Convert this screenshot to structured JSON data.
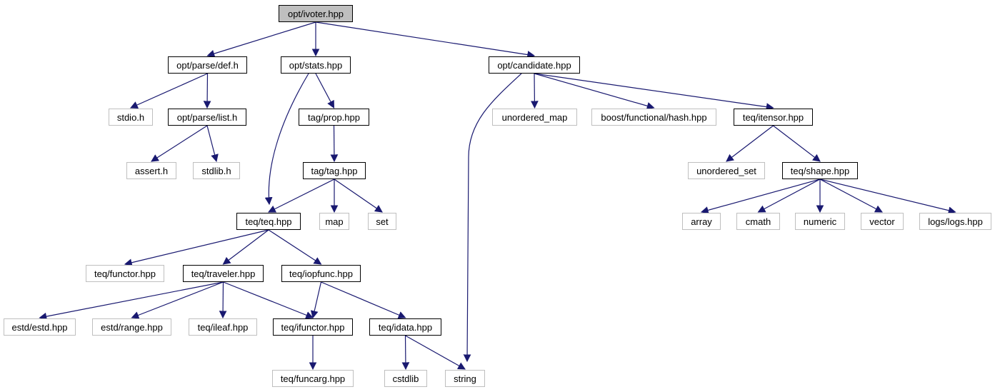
{
  "nodes": {
    "root": "opt/ivoter.hpp",
    "parse_def": "opt/parse/def.h",
    "stats": "opt/stats.hpp",
    "candidate": "opt/candidate.hpp",
    "stdio": "stdio.h",
    "parse_list": "opt/parse/list.h",
    "assert": "assert.h",
    "stdlib": "stdlib.h",
    "tag_prop": "tag/prop.hpp",
    "tag_tag": "tag/tag.hpp",
    "map": "map",
    "set": "set",
    "teq_teq": "teq/teq.hpp",
    "functor": "teq/functor.hpp",
    "traveler": "teq/traveler.hpp",
    "iopfunc": "teq/iopfunc.hpp",
    "estd": "estd/estd.hpp",
    "range": "estd/range.hpp",
    "ileaf": "teq/ileaf.hpp",
    "ifunctor": "teq/ifunctor.hpp",
    "idata": "teq/idata.hpp",
    "funcarg": "teq/funcarg.hpp",
    "cstdlib": "cstdlib",
    "string": "string",
    "unordered_map": "unordered_map",
    "boost_hash": "boost/functional/hash.hpp",
    "itensor": "teq/itensor.hpp",
    "unordered_set": "unordered_set",
    "shape": "teq/shape.hpp",
    "array": "array",
    "cmath": "cmath",
    "numeric": "numeric",
    "vector": "vector",
    "logs": "logs/logs.hpp"
  },
  "edges": [
    [
      "root",
      "parse_def"
    ],
    [
      "root",
      "stats"
    ],
    [
      "root",
      "candidate"
    ],
    [
      "parse_def",
      "stdio"
    ],
    [
      "parse_def",
      "parse_list"
    ],
    [
      "parse_list",
      "assert"
    ],
    [
      "parse_list",
      "stdlib"
    ],
    [
      "stats",
      "tag_prop"
    ],
    [
      "stats",
      "teq_teq"
    ],
    [
      "tag_prop",
      "tag_tag"
    ],
    [
      "tag_tag",
      "teq_teq"
    ],
    [
      "tag_tag",
      "map"
    ],
    [
      "tag_tag",
      "set"
    ],
    [
      "teq_teq",
      "functor"
    ],
    [
      "teq_teq",
      "traveler"
    ],
    [
      "teq_teq",
      "iopfunc"
    ],
    [
      "traveler",
      "estd"
    ],
    [
      "traveler",
      "range"
    ],
    [
      "traveler",
      "ileaf"
    ],
    [
      "traveler",
      "ifunctor"
    ],
    [
      "iopfunc",
      "ifunctor"
    ],
    [
      "iopfunc",
      "idata"
    ],
    [
      "ifunctor",
      "funcarg"
    ],
    [
      "idata",
      "cstdlib"
    ],
    [
      "idata",
      "string"
    ],
    [
      "candidate",
      "string"
    ],
    [
      "candidate",
      "unordered_map"
    ],
    [
      "candidate",
      "boost_hash"
    ],
    [
      "candidate",
      "itensor"
    ],
    [
      "itensor",
      "unordered_set"
    ],
    [
      "itensor",
      "shape"
    ],
    [
      "shape",
      "array"
    ],
    [
      "shape",
      "cmath"
    ],
    [
      "shape",
      "numeric"
    ],
    [
      "shape",
      "vector"
    ],
    [
      "shape",
      "logs"
    ]
  ],
  "colors": {
    "edge": "#191970",
    "system_border": "#bfbfbf",
    "root_fill": "#bfbfbf"
  }
}
